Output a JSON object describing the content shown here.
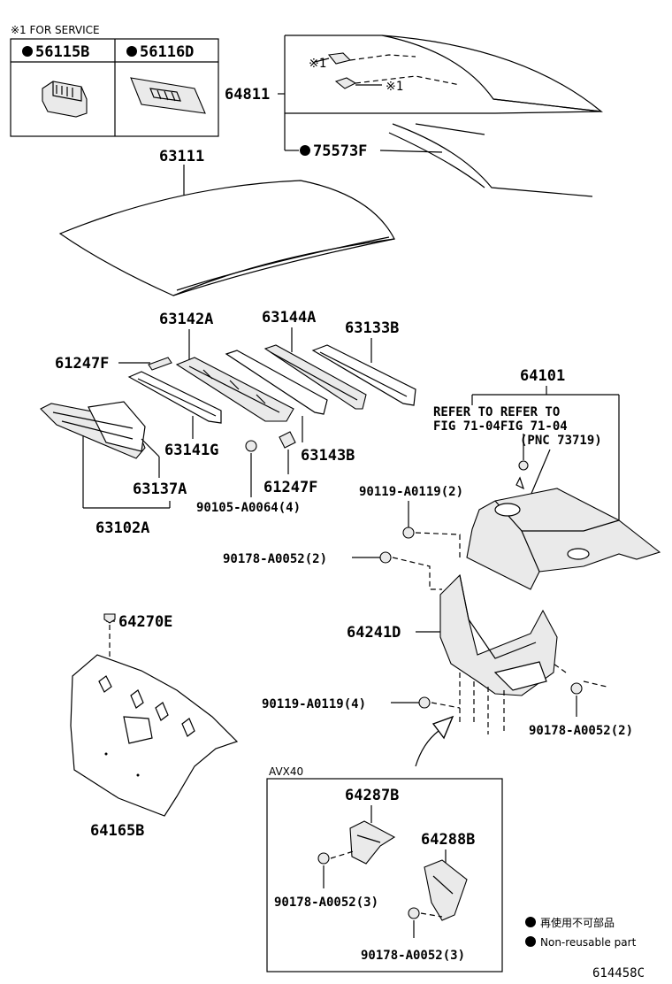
{
  "service_box": {
    "note": "※1 FOR SERVICE",
    "left_part": "56115B",
    "right_part": "56116D"
  },
  "parts": {
    "p64811": "64811",
    "p75573F": "75573F",
    "p63111": "63111",
    "p63142A": "63142A",
    "p63144A": "63144A",
    "p63133B": "63133B",
    "p61247F_top": "61247F",
    "p64101": "64101",
    "p63141G": "63141G",
    "p63143B": "63143B",
    "p63137A": "63137A",
    "p61247F_bot": "61247F",
    "p90105": "90105-A0064(4)",
    "p63102A": "63102A",
    "p90119_2": "90119-A0119(2)",
    "p90178_2a": "90178-A0052(2)",
    "p64270E": "64270E",
    "p64241D": "64241D",
    "p90119_4": "90119-A0119(4)",
    "p90178_2b": "90178-A0052(2)",
    "p64165B": "64165B",
    "p64287B": "64287B",
    "p64288B": "64288B",
    "p90178_3a": "90178-A0052(3)",
    "p90178_3b": "90178-A0052(3)"
  },
  "marks": {
    "svc1": "※1",
    "svc2": "※1"
  },
  "refer": {
    "line1": "REFER TO REFER TO",
    "line2": "FIG 71-04FIG 71-04",
    "line3": "(PNC 73719)"
  },
  "variant_box": {
    "label": "AVX40"
  },
  "legend": {
    "jp": "再使用不可部品",
    "en": "Non-reusable part"
  },
  "figure_id": "614458C"
}
